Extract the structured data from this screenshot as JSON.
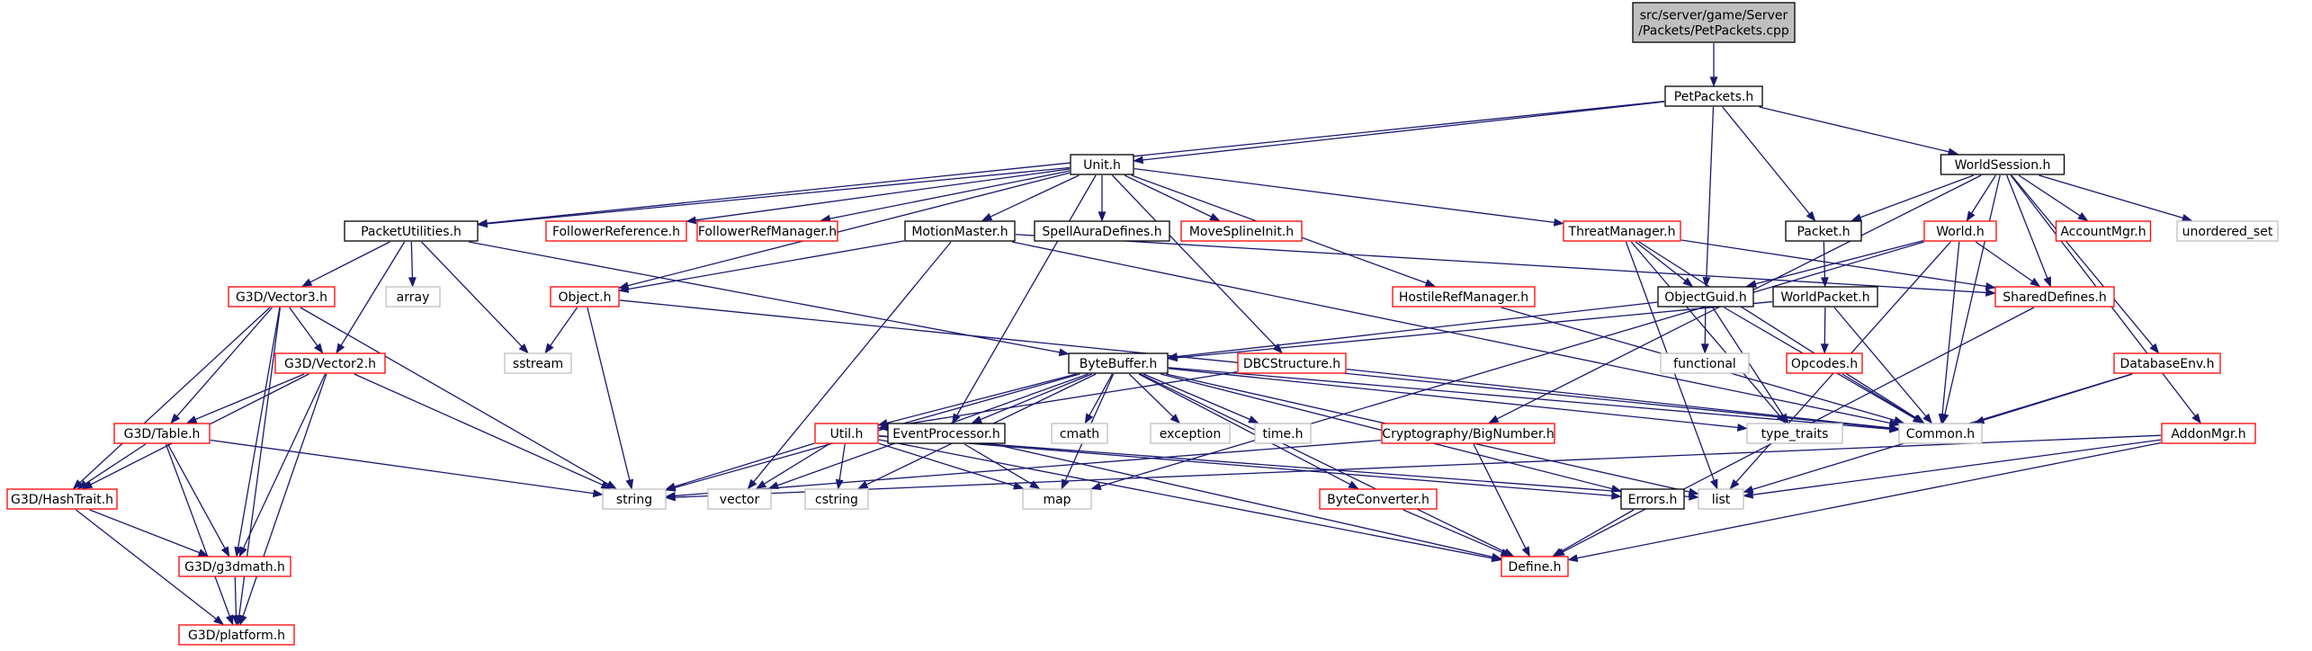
{
  "colors": {
    "edge": "#191970",
    "root_fill": "#bfbfbf",
    "root_border": "#000000",
    "plain_border": "#000000",
    "external_border": "#ff0000",
    "system_border": "#bfbfbf",
    "system_text": "#555555"
  },
  "graph": {
    "nodes": [
      {
        "id": "root",
        "lines": [
          "src/server/game/Server",
          "/Packets/PetPackets.cpp"
        ],
        "kind": "root"
      },
      {
        "id": "petpackets",
        "lines": [
          "PetPackets.h"
        ],
        "kind": "plain"
      },
      {
        "id": "unit",
        "lines": [
          "Unit.h"
        ],
        "kind": "plain"
      },
      {
        "id": "worldsession",
        "lines": [
          "WorldSession.h"
        ],
        "kind": "plain"
      },
      {
        "id": "packetutilities",
        "lines": [
          "PacketUtilities.h"
        ],
        "kind": "plain"
      },
      {
        "id": "followerreference",
        "lines": [
          "FollowerReference.h"
        ],
        "kind": "external"
      },
      {
        "id": "followerrefmanager",
        "lines": [
          "FollowerRefManager.h"
        ],
        "kind": "external"
      },
      {
        "id": "motionmaster",
        "lines": [
          "MotionMaster.h"
        ],
        "kind": "plain"
      },
      {
        "id": "spellauradefines",
        "lines": [
          "SpellAuraDefines.h"
        ],
        "kind": "plain"
      },
      {
        "id": "movesplineinit",
        "lines": [
          "MoveSplineInit.h"
        ],
        "kind": "external"
      },
      {
        "id": "threatmanager",
        "lines": [
          "ThreatManager.h"
        ],
        "kind": "external"
      },
      {
        "id": "packet",
        "lines": [
          "Packet.h"
        ],
        "kind": "plain"
      },
      {
        "id": "world",
        "lines": [
          "World.h"
        ],
        "kind": "external"
      },
      {
        "id": "accountmgr",
        "lines": [
          "AccountMgr.h"
        ],
        "kind": "external"
      },
      {
        "id": "unordered_set",
        "lines": [
          "unordered_set"
        ],
        "kind": "system"
      },
      {
        "id": "vector3",
        "lines": [
          "G3D/Vector3.h"
        ],
        "kind": "external"
      },
      {
        "id": "array",
        "lines": [
          "array"
        ],
        "kind": "system"
      },
      {
        "id": "object",
        "lines": [
          "Object.h"
        ],
        "kind": "external"
      },
      {
        "id": "hostilerefmanager",
        "lines": [
          "HostileRefManager.h"
        ],
        "kind": "external"
      },
      {
        "id": "objectguid",
        "lines": [
          "ObjectGuid.h"
        ],
        "kind": "plain"
      },
      {
        "id": "worldpacket",
        "lines": [
          "WorldPacket.h"
        ],
        "kind": "plain"
      },
      {
        "id": "shareddefines",
        "lines": [
          "SharedDefines.h"
        ],
        "kind": "external"
      },
      {
        "id": "vector2",
        "lines": [
          "G3D/Vector2.h"
        ],
        "kind": "external"
      },
      {
        "id": "sstream",
        "lines": [
          "sstream"
        ],
        "kind": "system"
      },
      {
        "id": "bytebuffer",
        "lines": [
          "ByteBuffer.h"
        ],
        "kind": "plain"
      },
      {
        "id": "dbcstructure",
        "lines": [
          "DBCStructure.h"
        ],
        "kind": "external"
      },
      {
        "id": "functional",
        "lines": [
          "functional"
        ],
        "kind": "system"
      },
      {
        "id": "opcodes",
        "lines": [
          "Opcodes.h"
        ],
        "kind": "external"
      },
      {
        "id": "databaseenv",
        "lines": [
          "DatabaseEnv.h"
        ],
        "kind": "external"
      },
      {
        "id": "table",
        "lines": [
          "G3D/Table.h"
        ],
        "kind": "external"
      },
      {
        "id": "util",
        "lines": [
          "Util.h"
        ],
        "kind": "external"
      },
      {
        "id": "eventprocessor",
        "lines": [
          "EventProcessor.h"
        ],
        "kind": "plain"
      },
      {
        "id": "cmath",
        "lines": [
          "cmath"
        ],
        "kind": "system"
      },
      {
        "id": "exception",
        "lines": [
          "exception"
        ],
        "kind": "system"
      },
      {
        "id": "timeh",
        "lines": [
          "time.h"
        ],
        "kind": "system"
      },
      {
        "id": "bignumber",
        "lines": [
          "Cryptography/BigNumber.h"
        ],
        "kind": "external"
      },
      {
        "id": "type_traits",
        "lines": [
          "type_traits"
        ],
        "kind": "system"
      },
      {
        "id": "common",
        "lines": [
          "Common.h"
        ],
        "kind": "system"
      },
      {
        "id": "addonmgr",
        "lines": [
          "AddonMgr.h"
        ],
        "kind": "external"
      },
      {
        "id": "hashtrait",
        "lines": [
          "G3D/HashTrait.h"
        ],
        "kind": "external"
      },
      {
        "id": "string",
        "lines": [
          "string"
        ],
        "kind": "system"
      },
      {
        "id": "vector",
        "lines": [
          "vector"
        ],
        "kind": "system"
      },
      {
        "id": "cstring",
        "lines": [
          "cstring"
        ],
        "kind": "system"
      },
      {
        "id": "map",
        "lines": [
          "map"
        ],
        "kind": "system"
      },
      {
        "id": "byteconverter",
        "lines": [
          "ByteConverter.h"
        ],
        "kind": "external"
      },
      {
        "id": "errors",
        "lines": [
          "Errors.h"
        ],
        "kind": "plain"
      },
      {
        "id": "list",
        "lines": [
          "list"
        ],
        "kind": "system"
      },
      {
        "id": "g3dmath",
        "lines": [
          "G3D/g3dmath.h"
        ],
        "kind": "external"
      },
      {
        "id": "define",
        "lines": [
          "Define.h"
        ],
        "kind": "external"
      },
      {
        "id": "platform",
        "lines": [
          "G3D/platform.h"
        ],
        "kind": "external"
      }
    ],
    "edges": [
      [
        "root",
        "petpackets"
      ],
      [
        "petpackets",
        "unit"
      ],
      [
        "petpackets",
        "worldsession"
      ],
      [
        "petpackets",
        "packetutilities"
      ],
      [
        "petpackets",
        "objectguid"
      ],
      [
        "petpackets",
        "packet"
      ],
      [
        "unit",
        "packetutilities"
      ],
      [
        "unit",
        "object"
      ],
      [
        "unit",
        "followerreference"
      ],
      [
        "unit",
        "followerrefmanager"
      ],
      [
        "unit",
        "motionmaster"
      ],
      [
        "unit",
        "spellauradefines"
      ],
      [
        "unit",
        "movesplineinit"
      ],
      [
        "unit",
        "threatmanager"
      ],
      [
        "unit",
        "hostilerefmanager"
      ],
      [
        "unit",
        "dbcstructure"
      ],
      [
        "unit",
        "eventprocessor"
      ],
      [
        "worldsession",
        "bignumber"
      ],
      [
        "worldsession",
        "packet"
      ],
      [
        "worldsession",
        "world"
      ],
      [
        "worldsession",
        "accountmgr"
      ],
      [
        "worldsession",
        "unordered_set"
      ],
      [
        "worldsession",
        "shareddefines"
      ],
      [
        "worldsession",
        "databaseenv"
      ],
      [
        "worldsession",
        "addonmgr"
      ],
      [
        "worldsession",
        "common"
      ],
      [
        "packetutilities",
        "vector3"
      ],
      [
        "packetutilities",
        "array"
      ],
      [
        "packetutilities",
        "vector2"
      ],
      [
        "packetutilities",
        "sstream"
      ],
      [
        "packetutilities",
        "bytebuffer"
      ],
      [
        "motionmaster",
        "object"
      ],
      [
        "motionmaster",
        "shareddefines"
      ],
      [
        "motionmaster",
        "vector"
      ],
      [
        "motionmaster",
        "common"
      ],
      [
        "threatmanager",
        "objectguid"
      ],
      [
        "threatmanager",
        "shareddefines"
      ],
      [
        "threatmanager",
        "list"
      ],
      [
        "threatmanager",
        "type_traits"
      ],
      [
        "threatmanager",
        "common"
      ],
      [
        "packet",
        "worldpacket"
      ],
      [
        "world",
        "objectguid"
      ],
      [
        "world",
        "shareddefines"
      ],
      [
        "world",
        "common"
      ],
      [
        "world",
        "list"
      ],
      [
        "world",
        "map"
      ],
      [
        "vector3",
        "vector2"
      ],
      [
        "vector3",
        "table"
      ],
      [
        "vector3",
        "hashtrait"
      ],
      [
        "vector3",
        "g3dmath"
      ],
      [
        "vector3",
        "string"
      ],
      [
        "vector3",
        "platform"
      ],
      [
        "object",
        "sstream"
      ],
      [
        "object",
        "string"
      ],
      [
        "object",
        "common"
      ],
      [
        "hostilerefmanager",
        "common"
      ],
      [
        "objectguid",
        "bytebuffer"
      ],
      [
        "objectguid",
        "functional"
      ],
      [
        "objectguid",
        "common"
      ],
      [
        "objectguid",
        "type_traits"
      ],
      [
        "worldpacket",
        "bytebuffer"
      ],
      [
        "worldpacket",
        "opcodes"
      ],
      [
        "worldpacket",
        "common"
      ],
      [
        "shareddefines",
        "define"
      ],
      [
        "vector2",
        "table"
      ],
      [
        "vector2",
        "hashtrait"
      ],
      [
        "vector2",
        "g3dmath"
      ],
      [
        "vector2",
        "string"
      ],
      [
        "vector2",
        "platform"
      ],
      [
        "bytebuffer",
        "util"
      ],
      [
        "bytebuffer",
        "eventprocessor"
      ],
      [
        "bytebuffer",
        "cmath"
      ],
      [
        "bytebuffer",
        "exception"
      ],
      [
        "bytebuffer",
        "timeh"
      ],
      [
        "bytebuffer",
        "byteconverter"
      ],
      [
        "bytebuffer",
        "string"
      ],
      [
        "bytebuffer",
        "vector"
      ],
      [
        "bytebuffer",
        "cstring"
      ],
      [
        "bytebuffer",
        "map"
      ],
      [
        "bytebuffer",
        "errors"
      ],
      [
        "bytebuffer",
        "list"
      ],
      [
        "bytebuffer",
        "define"
      ],
      [
        "bytebuffer",
        "type_traits"
      ],
      [
        "bytebuffer",
        "common"
      ],
      [
        "dbcstructure",
        "util"
      ],
      [
        "dbcstructure",
        "common"
      ],
      [
        "opcodes",
        "common"
      ],
      [
        "databaseenv",
        "common"
      ],
      [
        "databaseenv",
        "list"
      ],
      [
        "table",
        "hashtrait"
      ],
      [
        "table",
        "g3dmath"
      ],
      [
        "table",
        "platform"
      ],
      [
        "table",
        "string"
      ],
      [
        "util",
        "string"
      ],
      [
        "util",
        "vector"
      ],
      [
        "util",
        "cstring"
      ],
      [
        "util",
        "map"
      ],
      [
        "util",
        "list"
      ],
      [
        "util",
        "errors"
      ],
      [
        "util",
        "define"
      ],
      [
        "eventprocessor",
        "map"
      ],
      [
        "eventprocessor",
        "define"
      ],
      [
        "bignumber",
        "define"
      ],
      [
        "bignumber",
        "string"
      ],
      [
        "addonmgr",
        "string"
      ],
      [
        "addonmgr",
        "list"
      ],
      [
        "addonmgr",
        "define"
      ],
      [
        "hashtrait",
        "g3dmath"
      ],
      [
        "hashtrait",
        "platform"
      ],
      [
        "byteconverter",
        "define"
      ],
      [
        "errors",
        "define"
      ],
      [
        "g3dmath",
        "platform"
      ]
    ]
  }
}
